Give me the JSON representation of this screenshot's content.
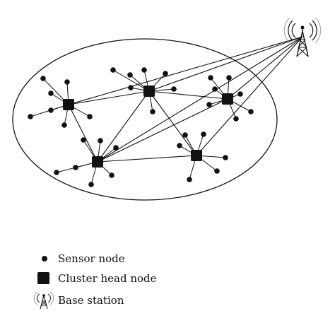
{
  "legend": {
    "sensor_node": "Sensor node",
    "cluster_head_node": "Cluster head node",
    "base_station": "Base station"
  },
  "colors": {
    "stroke": "#111111",
    "fill": "#111111",
    "background": "#ffffff"
  },
  "icons": {
    "base_station": "radio-tower-icon",
    "sensor": "filled-dot",
    "cluster_head": "filled-square"
  }
}
